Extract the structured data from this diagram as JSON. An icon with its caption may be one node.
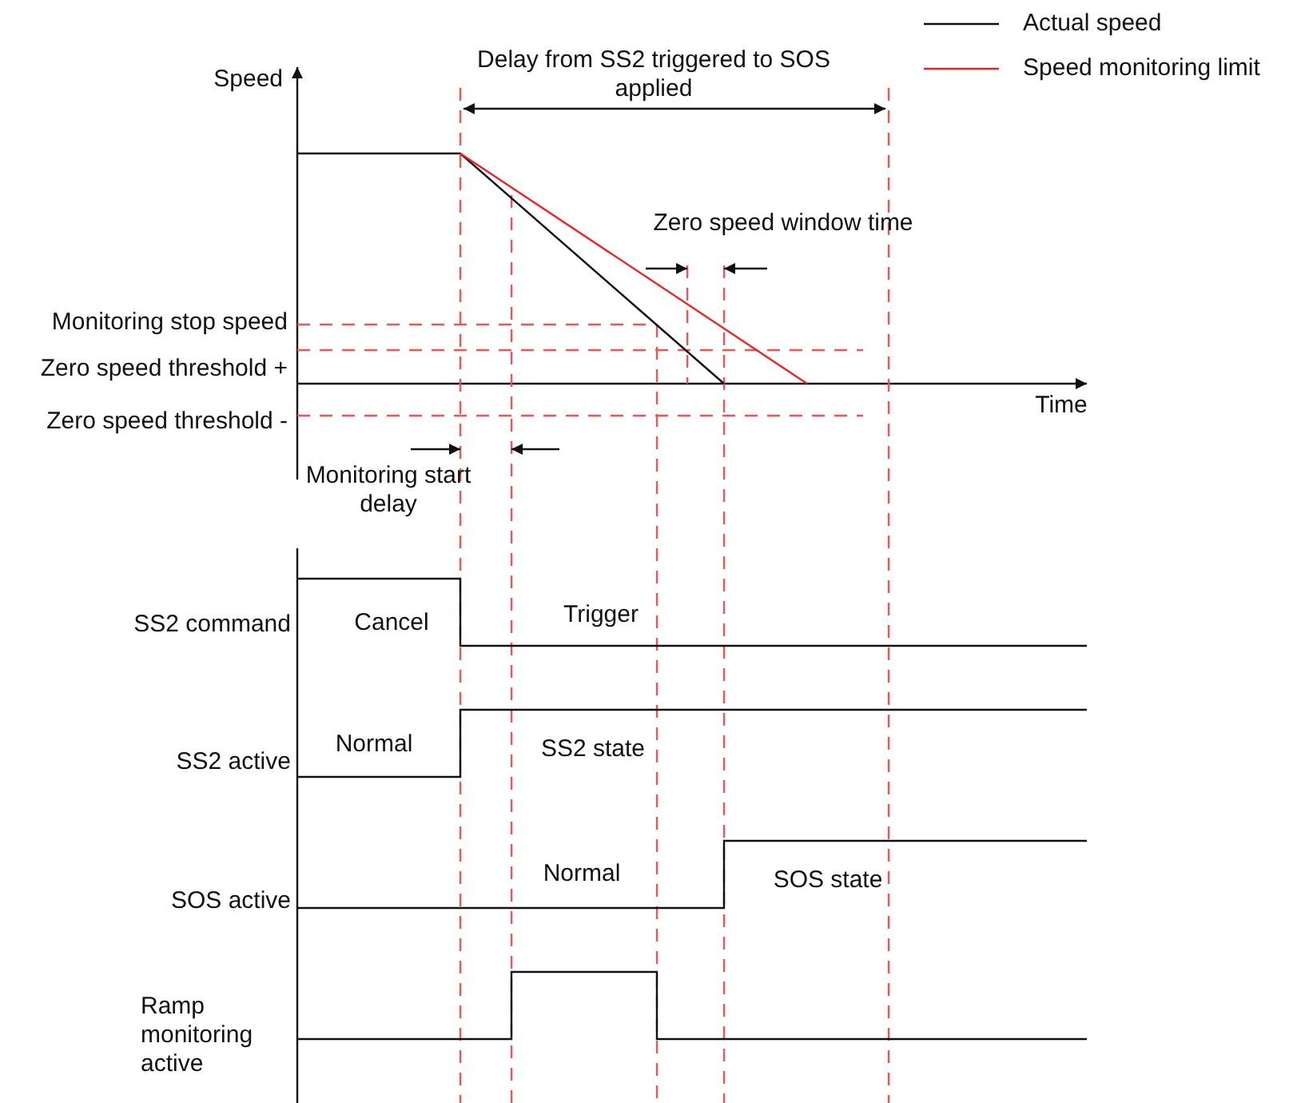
{
  "diagram": {
    "labels": [
      "Speed",
      "Delay from SS2 triggered to SOS applied",
      "Zero speed window time",
      "Monitoring stop speed",
      "Zero speed threshold +",
      "Zero speed threshold -",
      "Time",
      "Monitoring start delay",
      "SS2 command",
      "Cancel",
      "Trigger",
      "SS2 active",
      "Normal",
      "SS2 state",
      "SOS active",
      "Normal",
      "SOS state",
      "Ramp monitoring active"
    ],
    "legend": [
      {
        "text": "Actual speed"
      },
      {
        "text": "Speed monitoring limit"
      }
    ]
  }
}
